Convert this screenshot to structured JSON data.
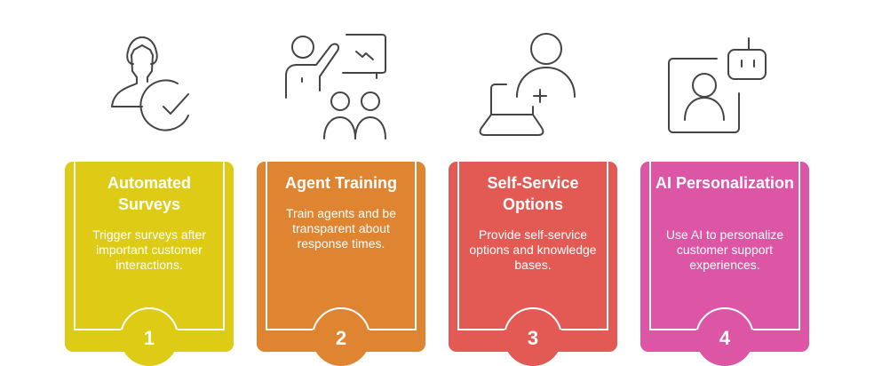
{
  "colors": {
    "step1": "#DDCB16",
    "step2": "#DF8431",
    "step3": "#E35A55",
    "step4": "#DD55A5",
    "icon_stroke": "#444444",
    "text": "#FFFFFF"
  },
  "steps": [
    {
      "number": "1",
      "title": "Automated Surveys",
      "description": "Trigger surveys after important customer interactions.",
      "icon": "woman-with-checkmark-icon"
    },
    {
      "number": "2",
      "title": "Agent Training",
      "description": "Train agents and be transparent about response times.",
      "icon": "presenter-training-icon"
    },
    {
      "number": "3",
      "title": "Self-Service Options",
      "description": "Provide self-service options and knowledge bases.",
      "icon": "user-laptop-plus-icon"
    },
    {
      "number": "4",
      "title": "AI Personalization",
      "description": "Use AI to personalize customer support experiences.",
      "icon": "user-robot-icon"
    }
  ]
}
